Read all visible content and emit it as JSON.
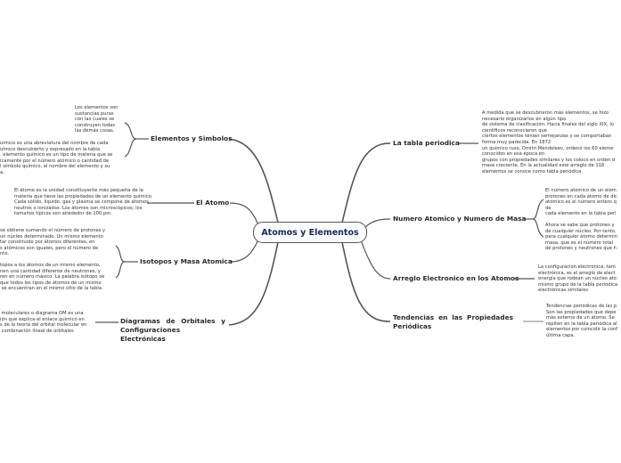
{
  "central": {
    "label": "Atomos y Elementos"
  },
  "colors": {
    "central_text": "#1a2a5a",
    "line": "#555555",
    "text": "#2a2a2a",
    "background": "#ffffff"
  },
  "left_branches": [
    {
      "label": "Elementos y Simbolos",
      "notes": [
        "Los elementos son\nsustancias puras\ncon las cuales se\nconstruyen todas\nlas demás cosas.",
        "uímico es una abreviatura del nombre de cada\nuímico descubierto y expresado en la tabla\n. elemento químico es un tipo de materia que se\nicamente por el número atómico o cantidad de\nl símbolo químico, el nombre del elemento y su\na."
      ]
    },
    {
      "label": "El Atomo",
      "notes": [
        "El átomo es la unidad constituyente más pequeña de la\nmateria que tiene las propiedades de un elemento químico.\nCada sólido, líquido, gas y plasma se compone de átomos\nneutros o ionizados. Los átomos son microscópicos; los\ntamaños típicos son alrededor de 100 pm."
      ]
    },
    {
      "label": "Isotopos y Masa Atomica",
      "notes": [
        "se obtiene sumando el número de protones y\nun núcleo determinado. Un mismo elemento\ntar constituido por átomos diferentes, en\ns atómicos son iguales, pero el número de\nnto.",
        "topos a los átomos de un mismo elemento,\nnen una cantidad diferente de neutrones, y\nren en número másico. La palabra isótopo se\nque todos los tipos de átomos de un mismo\n se encuentran en el mismo sitio de la tabla"
      ]
    },
    {
      "label": "Diagramas de Orbitales y Configuraciones Electrónicas",
      "notes": [
        " moleculares o diagrama OM es una\nión que explica el enlace químico en\ns de la teoría del orbital molecular en\n combinación lineal de orbitales"
      ]
    }
  ],
  "right_branches": [
    {
      "label": "La tabla periodica",
      "notes": [
        "A medida que se descubrieron más elementos, se hizo\nnecesario organizarlos en algún tipo\nde sistema de clasificación. Hacia finales del siglo XIX, lo\ncientíficos reconocieron que\nciertos elementos tenían semejanzas y se comportaban\nforma muy parecida. En 1872\nun químico ruso, Dmitri Mendeleev, ordenó los 60 eleme\nconocidos en esa época en\ngrupos con propiedades similares y los colocó en orden d\nmasa creciente. En la actualidad este arreglo de 118\nelementos se conoce como tabla periódica"
      ]
    },
    {
      "label": "Numero Atomico y Numero de Masa",
      "notes": [
        "El número atómico de un elem\nprotones en cada átomo de dic\natómico es el número entero q\nde\ncada elemento en la tabla peri",
        "Ahora se sabe que protones y\nde cualquier núcleo. Por tanto,\npara cualquier átomo determin\nmasa, que es el número total\nde protones y neutrones que h"
      ]
    },
    {
      "label": "Arreglo Electronico en los Atomos",
      "notes": [
        "La configuración electrónica, tam\nelectrónica, es el arreglo de elect\nenergía que rodean un núcleo ató\nmismo grupo de la tabla periódica\nelectrónicas similares"
      ]
    },
    {
      "label": "Tendencias en las Propiedades Periódicas",
      "notes": [
        "Tendencias periódicas de las p\nSon las propiedades que depe\nmás externo de un átomo. Se\nrepiten en la tabla periódica al\nelementos por coincidir la conf\núltima capa."
      ]
    }
  ]
}
